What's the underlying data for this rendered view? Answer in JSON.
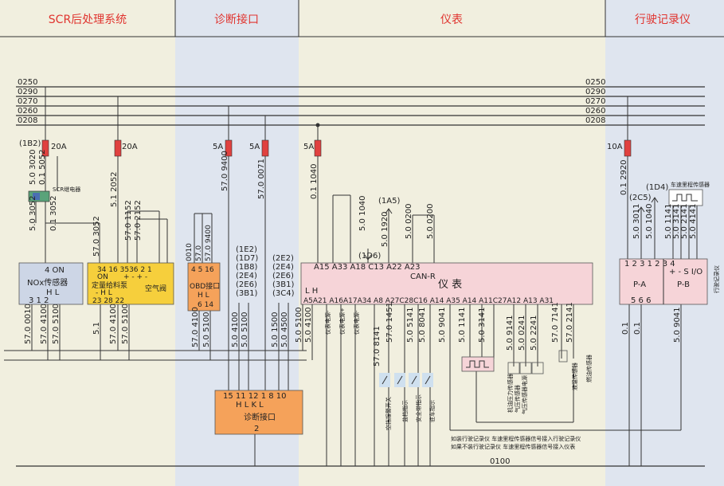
{
  "sections": [
    {
      "id": "scr",
      "title": "SCR后处理系统",
      "color": "#f1efdf"
    },
    {
      "id": "diag",
      "title": "诊断接口",
      "color": "#dfe5ef"
    },
    {
      "id": "meter",
      "title": "仪表",
      "color": "#f1efdf"
    },
    {
      "id": "rec",
      "title": "行驶记录仪",
      "color": "#dfe5ef"
    }
  ],
  "buses": [
    "0250",
    "0290",
    "0270",
    "0260",
    "0208"
  ],
  "ground_bus": "0100",
  "fuses": [
    "20A",
    "20A",
    "5A",
    "5A",
    "5A",
    "10A"
  ],
  "wires": {
    "w1": "5.0 3020",
    "w2": "0.1 5052",
    "w3": "5.0 3052",
    "w4": "0.1 3052",
    "w5": "57.0 3052",
    "w6": "5.1 2052",
    "w7": "57.0 1152",
    "w8": "57.0 2152",
    "w9": "57.0 9400",
    "w10": "57.0 0071",
    "w11": "0.1 1040",
    "w12": "0.1 2920",
    "w13": "5.0 1040",
    "w14": "5.0 1920",
    "w15": "5.0 0200",
    "w16": "5.0 0200",
    "w17": "5.0 3011",
    "w18": "5.0 1040",
    "w19": "5.0 1141",
    "w20": "5.0 3141",
    "w21": "5.0 2141",
    "w22": "5.0 4141",
    "w23": "57.0 0010",
    "w24": "57.0 4100",
    "w25": "57.0 5100",
    "w26": "5.1",
    "w27": "57.0 4100",
    "w28": "57.0 5100",
    "w29": "57.0 4100",
    "w30": "5.0 5100",
    "w31": "5.0 4100",
    "w32": "5.0 5100",
    "w33": "5.0 1500",
    "w34": "5.0 4500",
    "w35": "5.0 5100",
    "w36": "5.0 4100",
    "w37": "57.0 8141",
    "w38": "57.0 1451",
    "w39": "5.0 5141",
    "w40": "5.0 8041",
    "w41": "5.0 9041",
    "w42": "5.0 1141",
    "w43": "5.0 3141",
    "w44": "5.0 9141",
    "w45": "5.0 0241",
    "w46": "5.0 2241",
    "w47": "57.0 7141",
    "w48": "57.0 2141",
    "w49": "0.1",
    "w50": "0.1",
    "w51": "5.0 9041",
    "w52": "0010",
    "w53": "57.0",
    "w54": "57.0 9400"
  },
  "refs": {
    "r1": "(1B2)",
    "r2": "(1A5)",
    "r3": "(1D6)",
    "r4": "(2C5)",
    "r5": "(1D4)",
    "o1": "(1E2)",
    "o2": "(1D7)",
    "o3": "(1B8)",
    "o4": "(2E4)",
    "o5": "(2E6)",
    "o6": "(3B1)",
    "p1": "(2E2)",
    "p2": "(2E4)",
    "p3": "(2E6)",
    "p4": "(3B1)",
    "p5": "(3C4)"
  },
  "relay_label": "SCR继电器",
  "nox": {
    "pins_top": "4 ON",
    "name": "NOx传感器",
    "hl": "H  L",
    "pins_bot": "3  1  2"
  },
  "pump": {
    "pins_top": "34  16  3536   2  1",
    "on": "ON",
    "sym": "+ -    + -",
    "name": "定量给料泵",
    "name2": "空气阀",
    "hl": "-  H  L",
    "pins_bot": "23  28  22"
  },
  "obd": {
    "pins_top": "4  5 16",
    "name": "OBD接口",
    "hl": "H  L",
    "pins_bot": "6  14"
  },
  "diag": {
    "pins": "15 11 12   1   8   10",
    "hl": "H  L         K  L",
    "name": "诊断接口",
    "num": "2"
  },
  "meter": {
    "pins_top": "A15 A33 A18        C13    A22   A23",
    "can": "CAN-R",
    "lh": "L  H",
    "name": "仪    表",
    "pins_bot": "A5A21 A16A17A34  A8 A27C28C16  A14  A35 A14  A11C27A12  A13  A31"
  },
  "rec": {
    "pins_top": "1   2   3   1  2   3  4",
    "sig": "+  -    S I/O",
    "pa": "P-A",
    "pb": "P-B",
    "pins_bot": "5   6      6",
    "side": "行驶记录仪",
    "sensor": "车速里程传感器"
  },
  "small": [
    "仪表电源-",
    "仪表电源+",
    "仪表电源-",
    "空挡报警开关",
    "盐档指示",
    "安全带指示",
    "驻车指示"
  ],
  "sensor_labels": [
    "机油压力传感器",
    "气压传感器",
    "气压传感器电源",
    "液温传感器",
    "燃油传感器"
  ],
  "note1": "如装行驶记录仪 车速里程传感器信号接入行驶记录仪",
  "note2": "如果不装行驶记录仪 车速里程传感器信号接入仪表"
}
